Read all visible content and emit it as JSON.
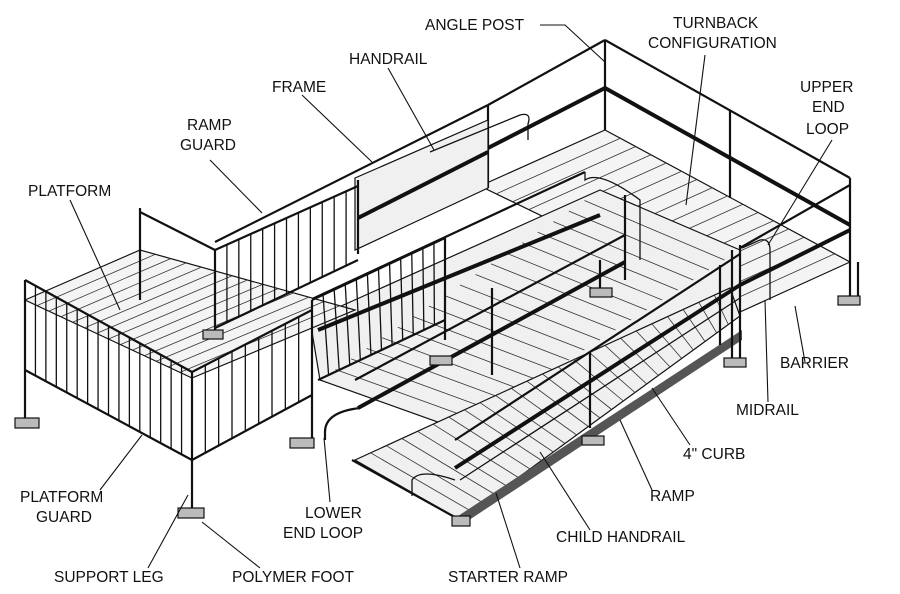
{
  "labels": {
    "angle_post": "ANGLE POST",
    "turnback_1": "TURNBACK",
    "turnback_2": "CONFIGURATION",
    "handrail": "HANDRAIL",
    "frame": "FRAME",
    "ramp_guard_1": "RAMP",
    "ramp_guard_2": "GUARD",
    "upper_end_loop_1": "UPPER",
    "upper_end_loop_2": "END",
    "upper_end_loop_3": "LOOP",
    "platform": "PLATFORM",
    "barrier": "BARRIER",
    "midrail": "MIDRAIL",
    "curb": "4\" CURB",
    "ramp": "RAMP",
    "platform_guard_1": "PLATFORM",
    "platform_guard_2": "GUARD",
    "lower_end_loop_1": "LOWER",
    "lower_end_loop_2": "END LOOP",
    "child_handrail": "CHILD HANDRAIL",
    "support_leg": "SUPPORT LEG",
    "polymer_foot": "POLYMER FOOT",
    "starter_ramp": "STARTER RAMP"
  }
}
